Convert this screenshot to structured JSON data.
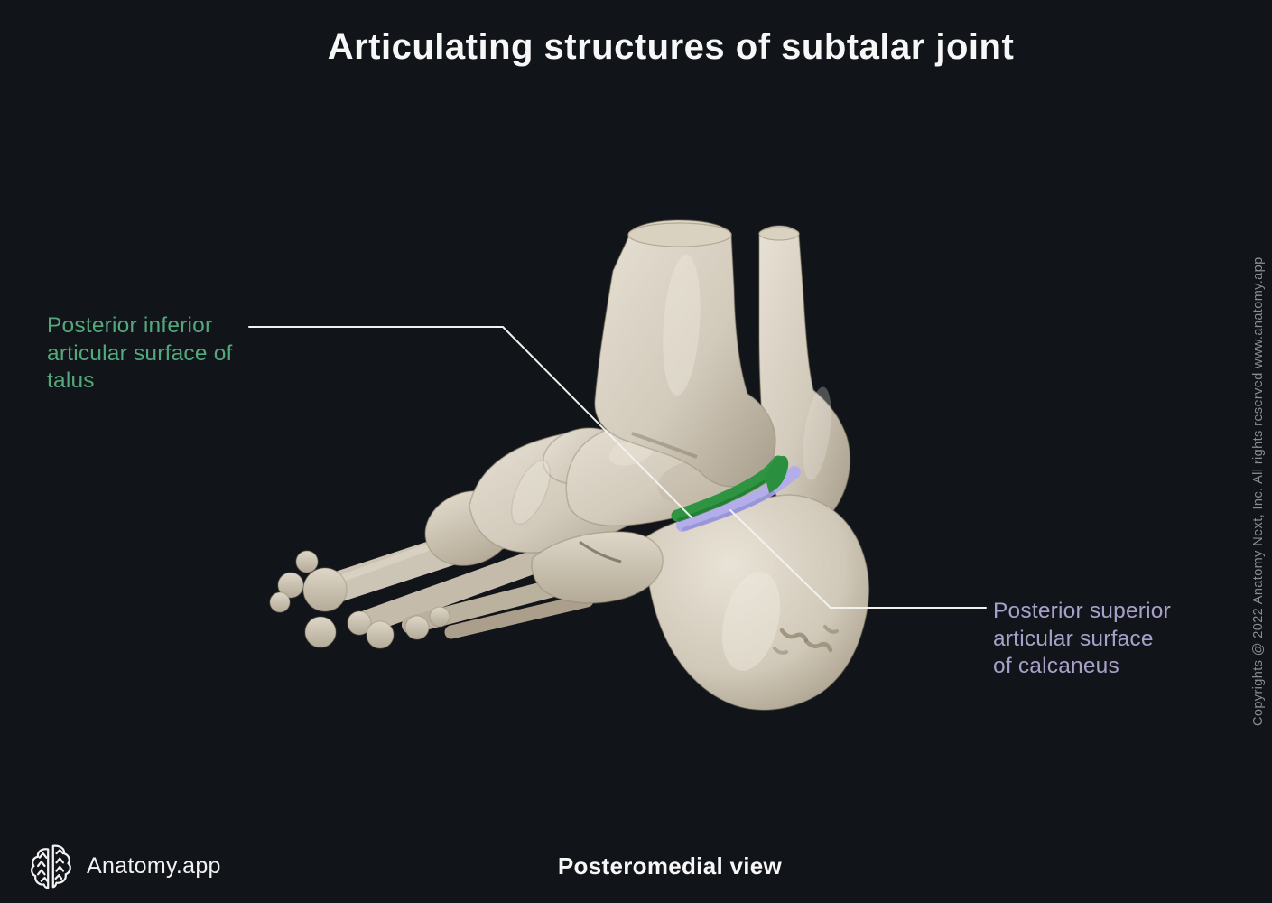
{
  "title": "Articulating structures of subtalar joint",
  "view_label": "Posteromedial view",
  "brand": {
    "name": "Anatomy.app"
  },
  "copyright_text": "Copyrights @ 2022 Anatomy Next, Inc. All rights reserved www.anatomy.app",
  "figure": {
    "description": "3D render of human foot skeleton seen from a posteromedial angle; tibia and fibula above, calcaneus at heel, metatarsals and toes to the left; the articulating surfaces of the subtalar joint are highlighted in green (talus) and lavender (calcaneus)"
  },
  "annotations": {
    "talus_surface": {
      "full_text": "Posterior inferior articular surface of talus",
      "lines": [
        "Posterior inferior",
        "articular surface of",
        "talus"
      ],
      "text_color": "#53a97b",
      "highlight_color": "#2e9442"
    },
    "calcaneus_surface": {
      "full_text": "Posterior superior articular surface of calcaneus",
      "lines": [
        "Posterior superior",
        "articular surface",
        "of calcaneus"
      ],
      "text_color": "#a7a0c9",
      "highlight_color": "#b3aee9"
    }
  },
  "colors": {
    "background": "#111419",
    "title_text": "#f7f7f8",
    "copyright_text": "#8c8c92",
    "leader_line": "#f2f1ef",
    "bone_base": "#cfc7b7"
  }
}
